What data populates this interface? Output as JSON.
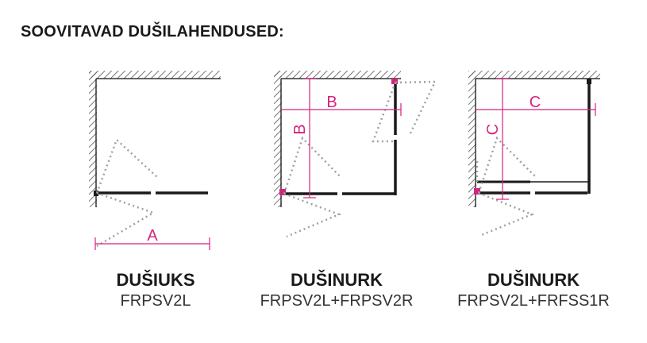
{
  "heading": "SOOVITAVAD DUŠILAHENDUSED:",
  "colors": {
    "accent": "#d6237f",
    "line": "#1a1a1a",
    "dotted": "#a0a0a0"
  },
  "diagrams": [
    {
      "label": "A",
      "name": "DUŠIUKS",
      "code": "FRPSV2L"
    },
    {
      "label": "B",
      "name": "DUŠINURK",
      "code": "FRPSV2L+FRPSV2R"
    },
    {
      "label": "C",
      "name": "DUŠINURK",
      "code": "FRPSV2L+FRFSS1R"
    }
  ]
}
